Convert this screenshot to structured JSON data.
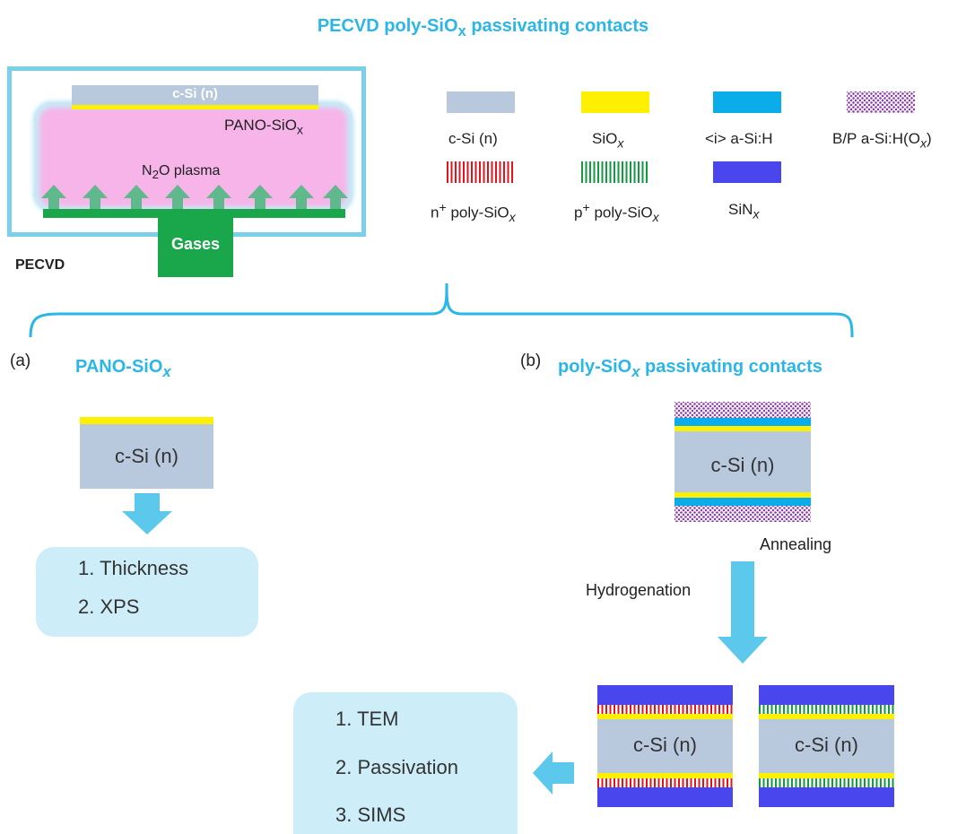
{
  "title": {
    "main": "PECVD poly-SiO",
    "sub": "x",
    "tail": " passivating contacts"
  },
  "chamber": {
    "wafer_label": "c-Si (n)",
    "layer_label_main": "PANO-SiO",
    "layer_label_sub": "x",
    "plasma_label_main": "N",
    "plasma_label_sub": "2",
    "plasma_label_tail": "O plasma",
    "gases_label": "Gases",
    "equipment_label": "PECVD"
  },
  "legend": [
    {
      "main": "c-Si (n)",
      "sub": "",
      "sup": "",
      "pattern": "csi"
    },
    {
      "main": "SiO",
      "sub": "x",
      "sup": "",
      "pattern": "siox"
    },
    {
      "main": "<i> a-Si:H",
      "sub": "",
      "sup": "",
      "pattern": "asi"
    },
    {
      "main": "B/P a-Si:H(O",
      "sub": "x",
      "sup": "",
      "tail": ")",
      "pattern": "dots"
    },
    {
      "main": "n",
      "sup": "+",
      "tail": " poly-SiO",
      "sub": "x",
      "pattern": "npoly"
    },
    {
      "main": "p",
      "sup": "+",
      "tail": " poly-SiO",
      "sub": "x",
      "pattern": "ppoly"
    },
    {
      "main": "SiN",
      "sub": "x",
      "sup": "",
      "pattern": "sinx"
    }
  ],
  "panel_a": {
    "letter": "(a)",
    "title_main": "PANO-SiO",
    "title_sub": "x",
    "sample_label": "c-Si (n)",
    "results": [
      "1. Thickness",
      "2. XPS"
    ]
  },
  "panel_b": {
    "letter": "(b)",
    "title_main": "poly-SiO",
    "title_sub": "x",
    "title_tail": " passivating contacts",
    "sample_label": "c-Si (n)",
    "annealing_label": "Annealing",
    "hydrogenation_label": "Hydrogenation",
    "final_label_n": "c-Si (n)",
    "final_label_p": "c-Si (n)",
    "results": [
      "1. TEM",
      "2. Passivation",
      "3. SIMS"
    ]
  },
  "colors": {
    "accent": "#2bb6e8",
    "chamber_border": "#7ccfe8",
    "plasma": "#f7b4e8",
    "gas_green": "#1aa64b",
    "arrow_green": "#5fb98c",
    "csi": "#b8c9dd",
    "siox": "#ffef00",
    "asi": "#0aadea",
    "sinx": "#4a46ee",
    "result_box": "#cdeef9",
    "flow_arrow": "#5cc8ec"
  }
}
